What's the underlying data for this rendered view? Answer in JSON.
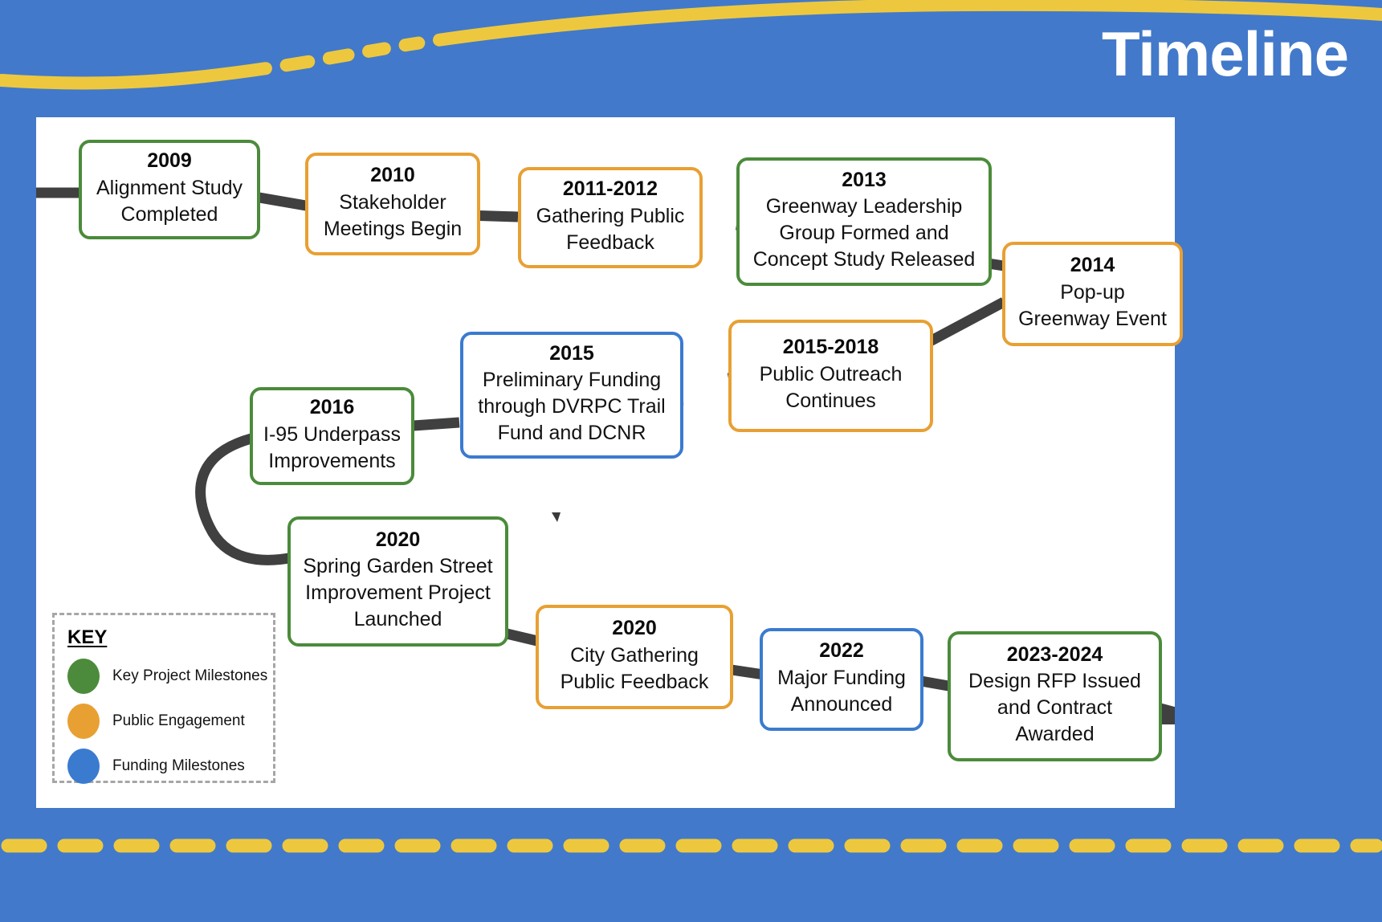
{
  "page": {
    "title": "Timeline",
    "background_color": "#4279ca",
    "accent_color": "#edc83f",
    "canvas_color": "#ffffff",
    "connector_color": "#404040"
  },
  "colors": {
    "green": "#4b8b3b",
    "orange": "#e8a033",
    "blue": "#3a7bd0"
  },
  "milestones": [
    {
      "year": "2009",
      "desc": "Alignment Study Completed",
      "category": "green"
    },
    {
      "year": "2010",
      "desc": "Stakeholder Meetings Begin",
      "category": "orange"
    },
    {
      "year": "2011-2012",
      "desc": "Gathering Public Feedback",
      "category": "orange"
    },
    {
      "year": "2013",
      "desc": "Greenway Leadership Group Formed and Concept Study Released",
      "category": "green"
    },
    {
      "year": "2014",
      "desc": "Pop-up Greenway Event",
      "category": "orange"
    },
    {
      "year": "2015-2018",
      "desc": "Public Outreach Continues",
      "category": "orange"
    },
    {
      "year": "2015",
      "desc": "Preliminary Funding through DVRPC Trail Fund and DCNR",
      "category": "blue"
    },
    {
      "year": "2016",
      "desc": "I-95 Underpass Improvements",
      "category": "green"
    },
    {
      "year": "2020",
      "desc": "Spring Garden Street Improvement Project Launched",
      "category": "green"
    },
    {
      "year": "2020",
      "desc": "City Gathering Public Feedback",
      "category": "orange"
    },
    {
      "year": "2022",
      "desc": "Major Funding Announced",
      "category": "blue"
    },
    {
      "year": "2023-2024",
      "desc": "Design RFP Issued and Contract Awarded",
      "category": "green"
    }
  ],
  "legend": {
    "title": "KEY",
    "items": [
      {
        "label": "Key Project Milestones",
        "color": "#4b8b3b"
      },
      {
        "label": "Public Engagement",
        "color": "#e8a033"
      },
      {
        "label": "Funding Milestones",
        "color": "#3a7bd0"
      }
    ]
  }
}
